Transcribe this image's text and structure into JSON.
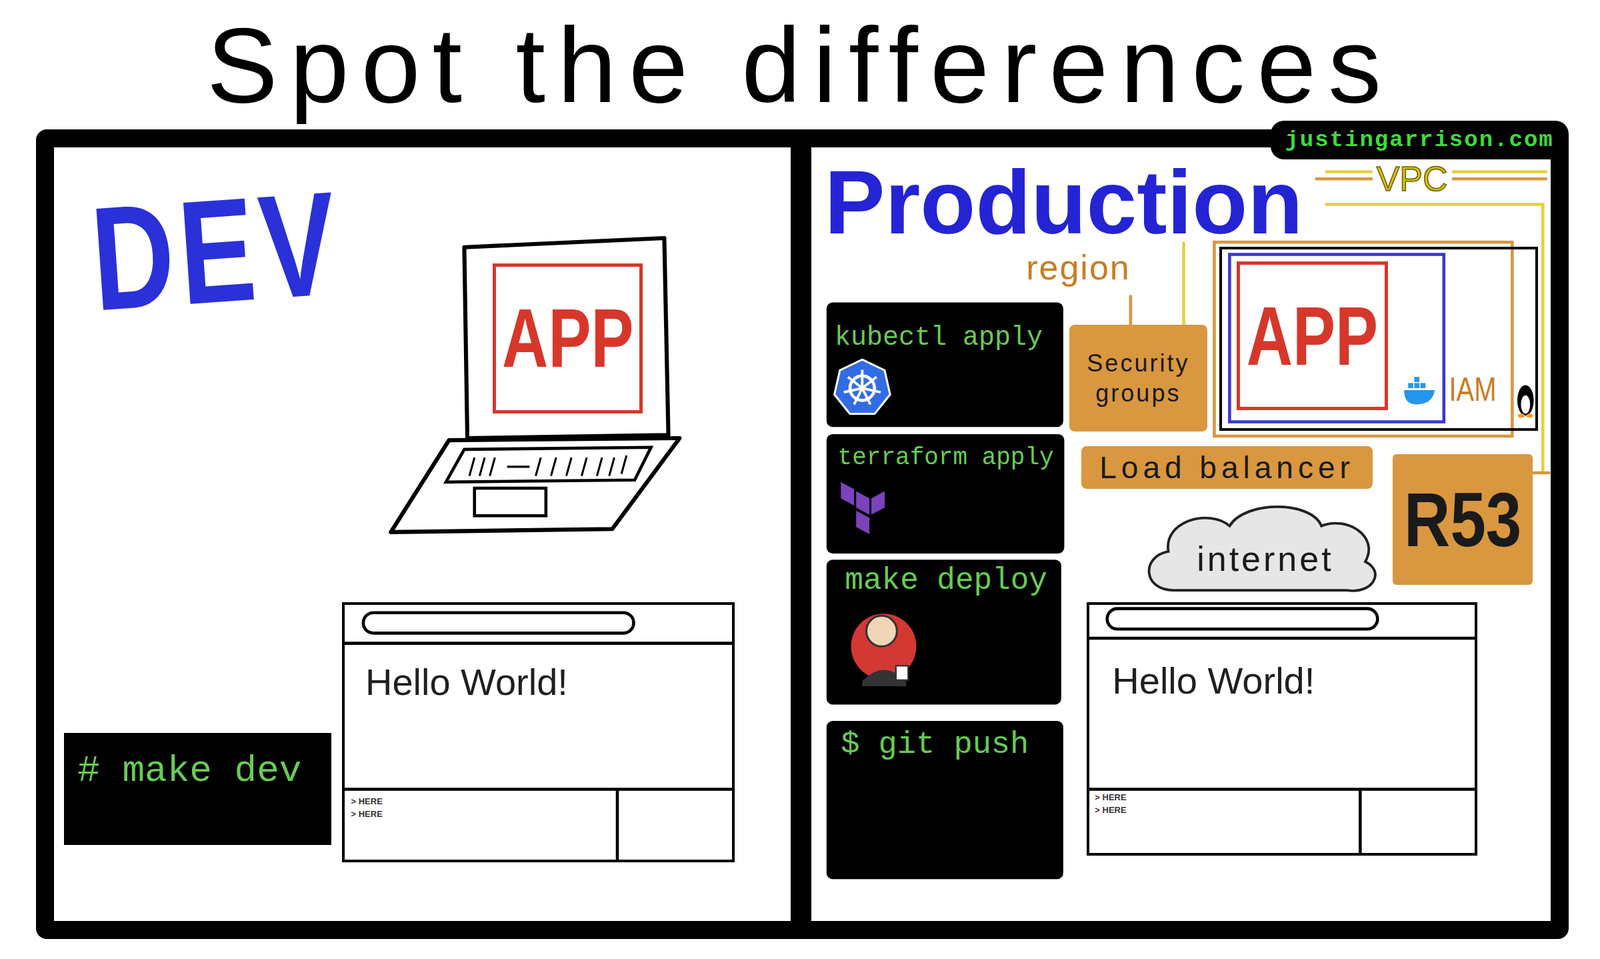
{
  "diagram": {
    "title": "Spot the differences",
    "nodes": [
      {
        "text": [
          "DEV"
        ]
      },
      {
        "text": [
          "APP"
        ],
        "in": 0
      },
      {
        "text": [
          "Hello World!",
          "> HERE",
          "> HERE"
        ],
        "in": 0
      },
      {
        "text": [
          "# make dev"
        ],
        "in": 0
      },
      {
        "text": [
          "Production"
        ]
      },
      {
        "text": [
          "kubectl apply"
        ],
        "in": 4
      },
      {
        "text": [
          "terraform apply"
        ],
        "in": 4
      },
      {
        "text": [
          "make deploy"
        ],
        "in": 4
      },
      {
        "text": [
          "$ git push"
        ],
        "in": 4
      },
      {
        "text": [
          "Security groups"
        ],
        "in": 4
      },
      {
        "text": [
          "IAM"
        ],
        "in": 4
      },
      {
        "text": [
          "APP"
        ],
        "in": 10
      },
      {
        "text": [
          "Load balancer"
        ],
        "in": 4
      },
      {
        "text": [
          "R53"
        ],
        "in": 4
      },
      {
        "text": [
          "internet"
        ],
        "in": 4
      },
      {
        "text": [
          "Hello World!",
          "> HERE",
          "> HERE"
        ],
        "in": 4
      }
    ],
    "labels": [
      "justingarrison.com",
      "VPC",
      "region"
    ]
  }
}
